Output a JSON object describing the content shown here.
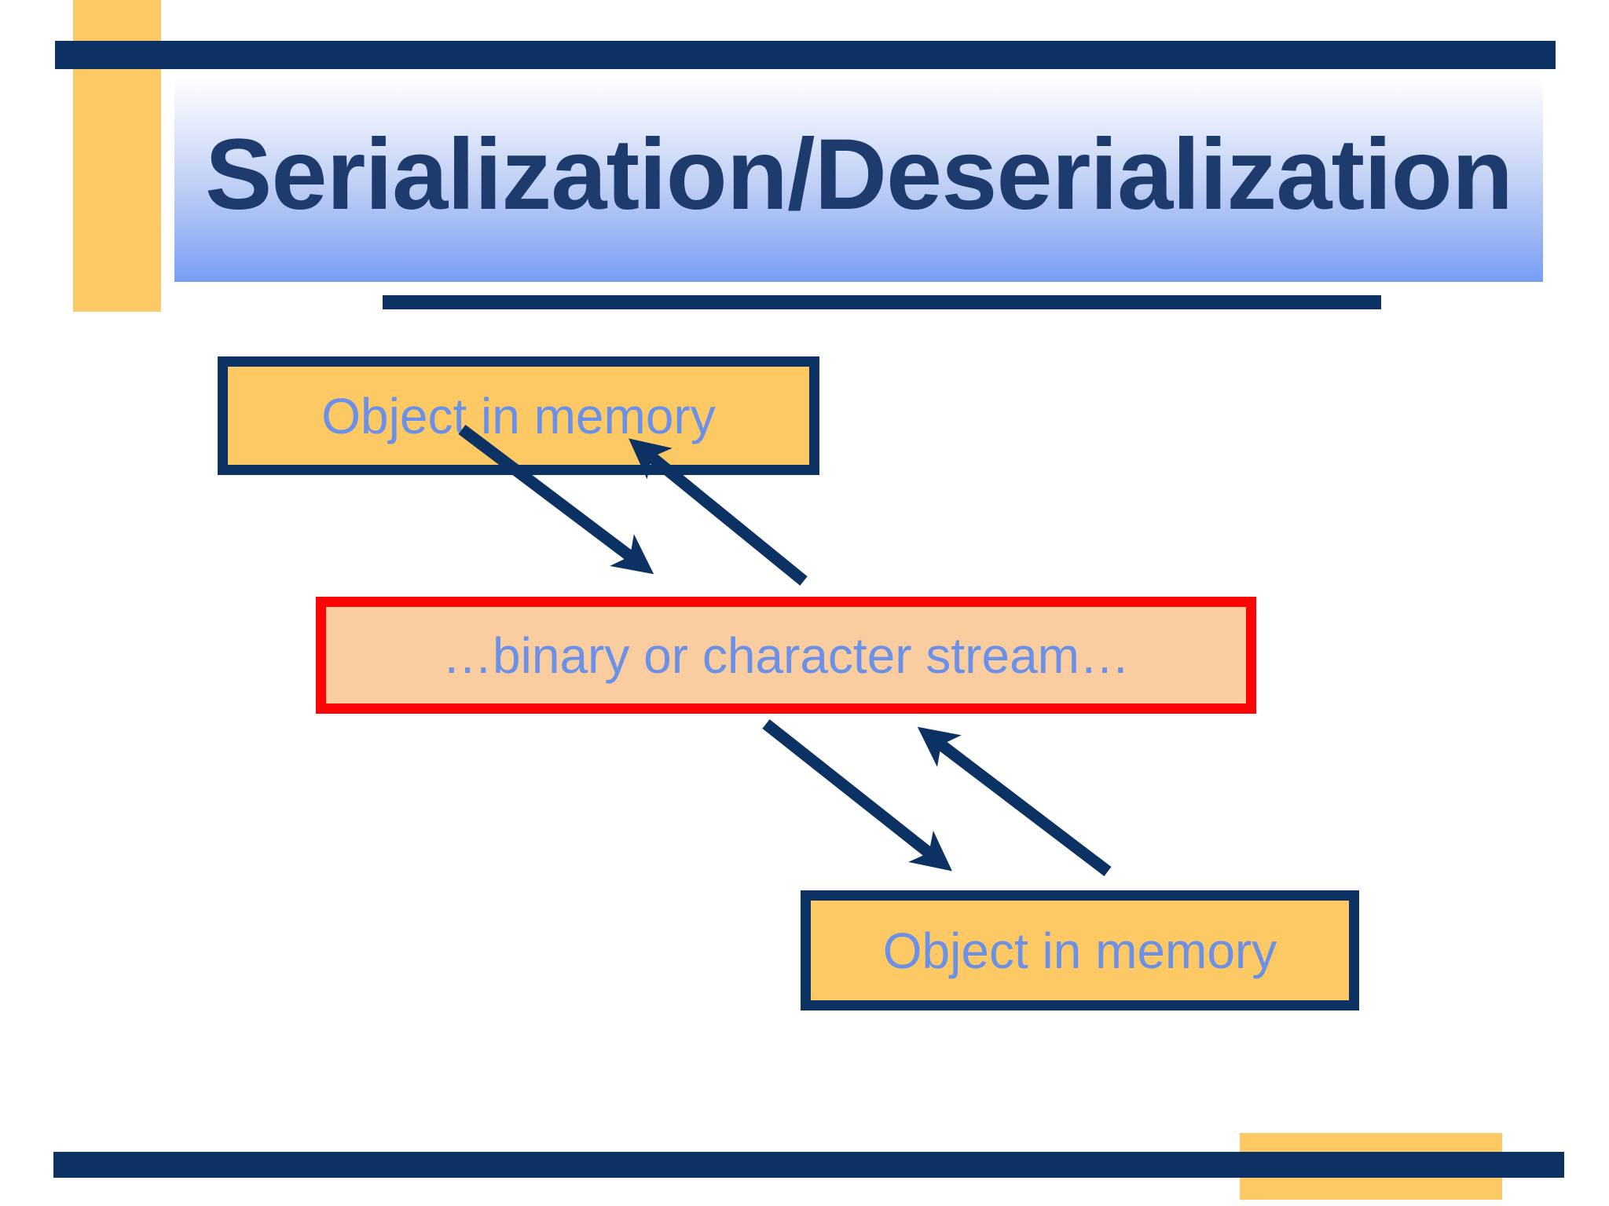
{
  "slide": {
    "title": "Serialization/Deserialization",
    "nodes": {
      "top": {
        "label": "Object in memory"
      },
      "stream": {
        "label": "…binary or character stream…"
      },
      "bottom": {
        "label": "Object in memory"
      }
    },
    "arrows": [
      {
        "name": "top-serialize-arrow",
        "from": "object-in-memory-top",
        "to": "stream-box",
        "direction": "down-right"
      },
      {
        "name": "top-deserialize-arrow",
        "from": "stream-box",
        "to": "object-in-memory-top",
        "direction": "up-left"
      },
      {
        "name": "bottom-serialize-arrow",
        "from": "stream-box",
        "to": "object-in-memory-bottom",
        "direction": "down-right"
      },
      {
        "name": "bottom-deserialize-arrow",
        "from": "object-in-memory-bottom",
        "to": "stream-box",
        "direction": "up-left"
      }
    ]
  },
  "colors": {
    "navy": "#0c3263",
    "title_navy": "#1d3b6d",
    "orange": "#fdc965",
    "peach": "#f9cd9f",
    "red": "#fe0404",
    "cornflower": "#6b90e8",
    "gradient_top": "#ffffff",
    "gradient_bottom": "#769ef3"
  }
}
